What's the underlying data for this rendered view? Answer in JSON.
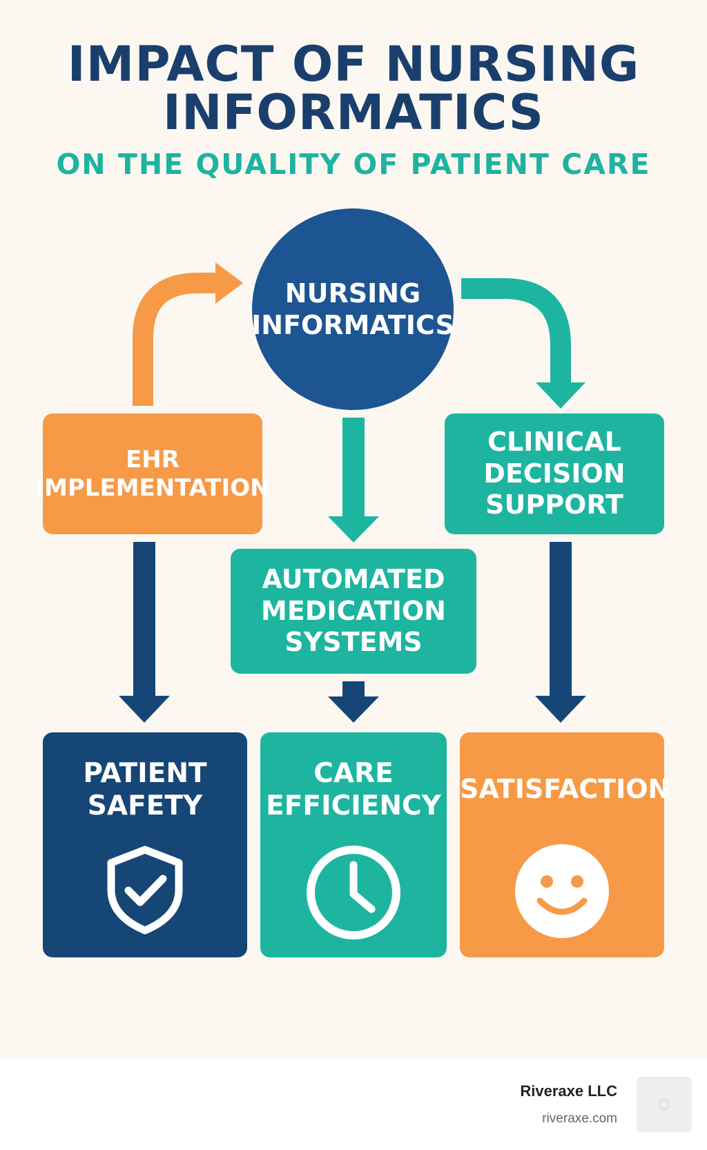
{
  "title": {
    "line1": "IMPACT OF NURSING",
    "line2": "INFORMATICS",
    "subtitle": "ON THE QUALITY OF PATIENT CARE"
  },
  "hub": {
    "label": "NURSING\nINFORMATICS"
  },
  "interventions": {
    "ehr": "EHR\nIMPLEMENTATION",
    "cds": "CLINICAL\nDECISION\nSUPPORT",
    "medication": "AUTOMATED\nMEDICATION\nSYSTEMS"
  },
  "outcomes": {
    "safety": "PATIENT\nSAFETY",
    "efficiency": "CARE\nEFFICIENCY",
    "satisfaction": "SATISFACTION"
  },
  "icons": {
    "safety": "shield-check-icon",
    "efficiency": "clock-icon",
    "satisfaction": "smiley-face-icon"
  },
  "colors": {
    "navy": "#164676",
    "hub_blue": "#1c5592",
    "teal": "#1db5a0",
    "orange": "#f69a47",
    "background": "#fcf8f1"
  },
  "footer": {
    "company": "Riveraxe LLC",
    "url": "riveraxe.com"
  }
}
